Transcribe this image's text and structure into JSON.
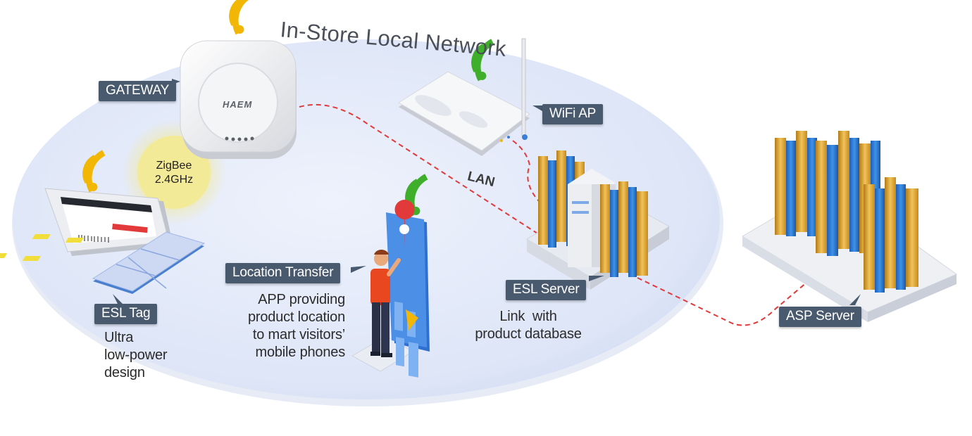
{
  "title": "In-Store Local Network",
  "lan_label": "LAN",
  "devices": {
    "gateway": {
      "label": "GATEWAY",
      "logo": "HAEM"
    },
    "zigbee": {
      "line1": "ZigBee",
      "line2": "2.4GHz"
    },
    "wifi_ap": {
      "label": "WiFi AP"
    },
    "esl_tag": {
      "label": "ESL Tag",
      "desc": [
        "Ultra",
        "low-power",
        "design"
      ]
    },
    "location": {
      "label": "Location Transfer",
      "desc": [
        "APP providing",
        "product location",
        "to mart visitors’",
        "mobile phones"
      ]
    },
    "esl_server": {
      "label": "ESL Server",
      "desc": [
        "Link  with",
        "product database"
      ]
    },
    "asp_server": {
      "label": "ASP Server"
    }
  },
  "colors": {
    "network_ellipse": "#dce4f8",
    "link_dashed": "#e23a3a",
    "label_bg": "#4a5a6e",
    "wifi_yellow": "#f2b705",
    "wifi_green": "#3fae2a",
    "server_blue": "#2f7fd6",
    "server_gold": "#e0a52a"
  },
  "icons": [
    "wifi-yellow-icon",
    "wifi-green-icon",
    "map-pin-icon",
    "navigation-arrow-icon"
  ]
}
